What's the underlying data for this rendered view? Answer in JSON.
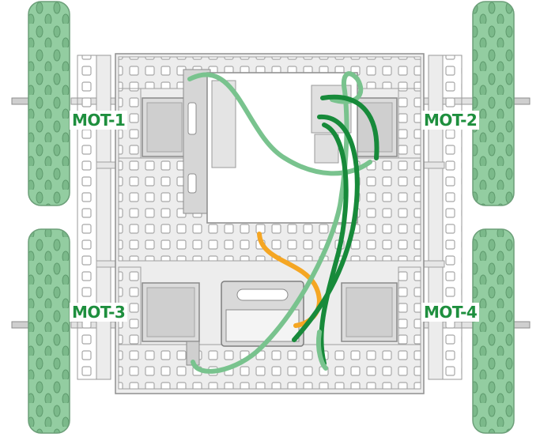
{
  "labels": {
    "mot1": "MOT-1",
    "mot2": "MOT-2",
    "mot3": "MOT-3",
    "mot4": "MOT-4"
  },
  "colors": {
    "label_green": "#1e8f3e",
    "wheel_green": "#8ec99b",
    "wheel_dark": "#6fae7d",
    "frame_gray": "#d9d9d9",
    "frame_line": "#9a9a9a",
    "wire_dark_green": "#178a3a",
    "wire_light_green": "#76c08c",
    "wire_orange": "#f5a623"
  },
  "icons": {
    "wheel": "wheel-icon",
    "motor": "motor-icon",
    "controller": "controller-board-icon",
    "battery": "battery-icon"
  }
}
